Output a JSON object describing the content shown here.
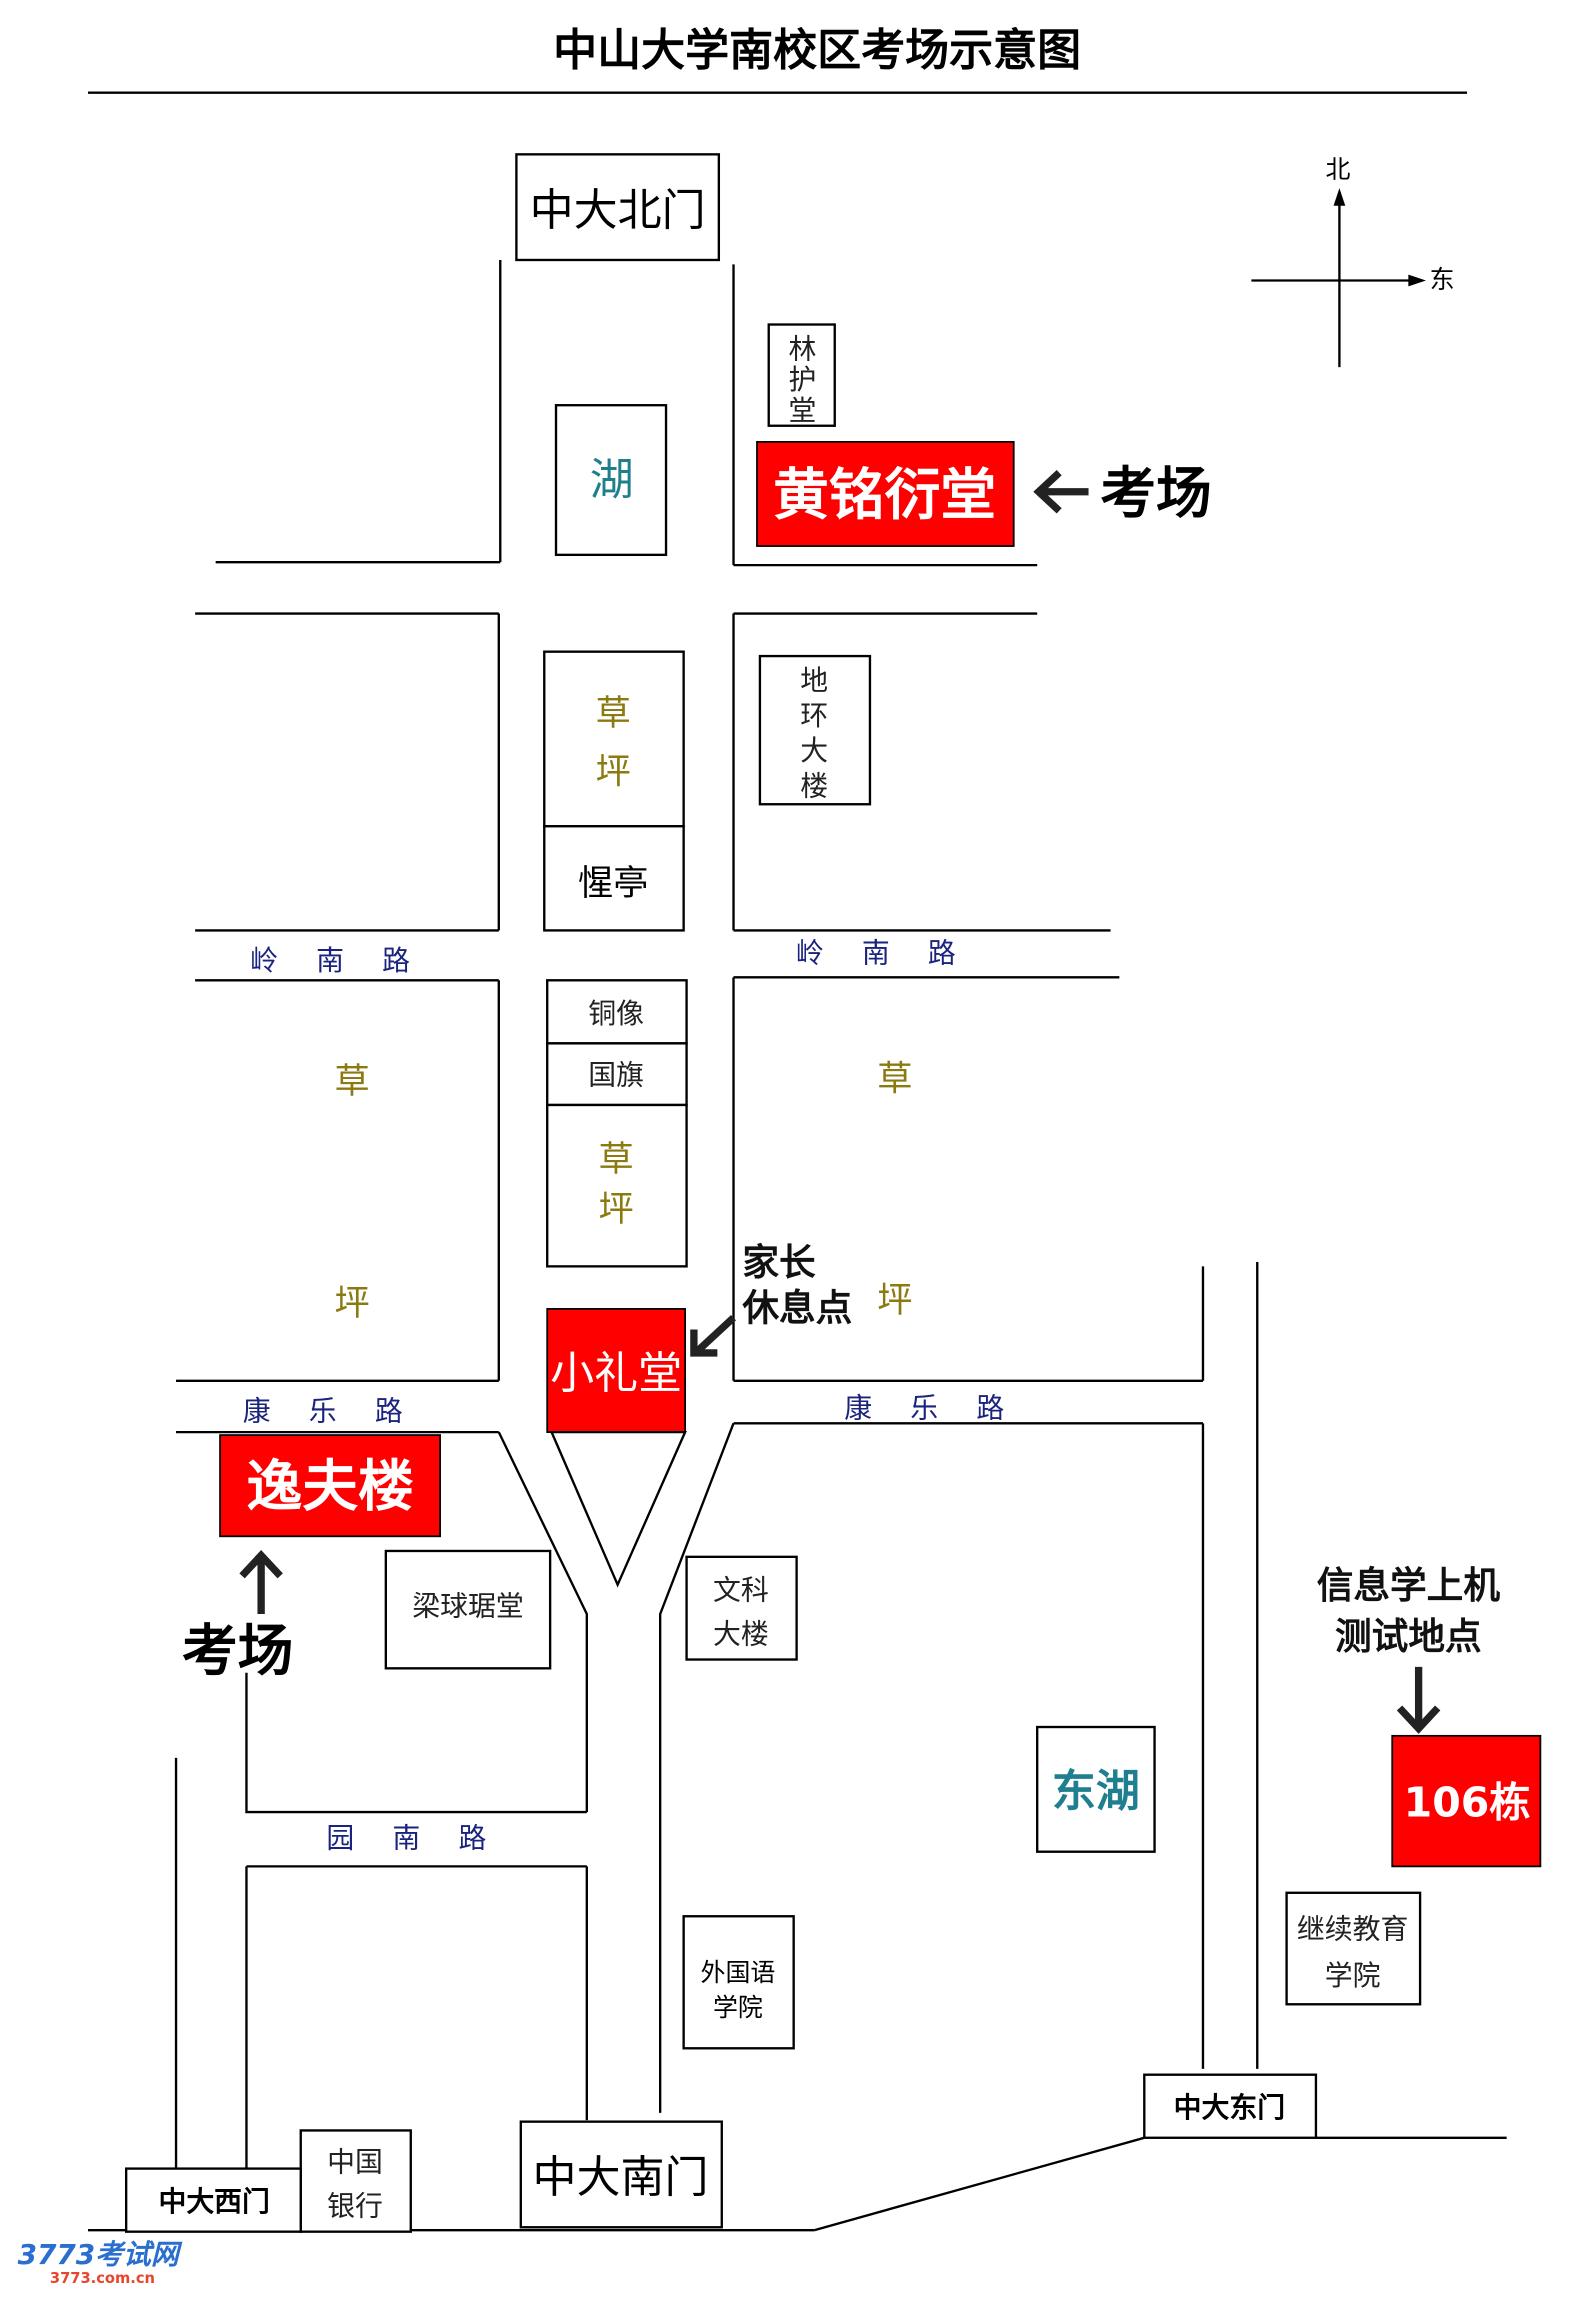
{
  "title": "中山大学南校区考场示意图",
  "compass": {
    "north": "北",
    "east": "东"
  },
  "gates": {
    "north": "中大北门",
    "south": "中大南门",
    "west": "中大西门",
    "east": "中大东门"
  },
  "roads": {
    "lingnan": [
      "岭",
      "南",
      "路"
    ],
    "kangle": [
      "康",
      "乐",
      "路"
    ],
    "yuannan": [
      "园",
      "南",
      "路"
    ]
  },
  "buildings": {
    "lake": "湖",
    "linhutang": [
      "林",
      "护",
      "堂"
    ],
    "dihuan": [
      "地",
      "环",
      "大",
      "楼"
    ],
    "xingting": "惺亭",
    "tongxiang": "铜像",
    "guoqi": "国旗",
    "liangqiu": "梁球琚堂",
    "wenke": [
      "文科",
      "大楼"
    ],
    "donghu": "东湖",
    "waiguoyu": [
      "外国语",
      "学院"
    ],
    "jixu": [
      "继续教育",
      "学院"
    ],
    "bank": [
      "中国",
      "银行"
    ]
  },
  "grass": {
    "char1": "草",
    "char2": "坪"
  },
  "exam_sites": {
    "huangming": "黄铭衍堂",
    "xiaolitang": "小礼堂",
    "yifu": "逸夫楼",
    "b106": "106栋"
  },
  "annotations": {
    "exam_label": "考场",
    "parent_rest": [
      "家长",
      "休息点"
    ],
    "it_test": [
      "信息学上机",
      "测试地点"
    ]
  },
  "watermark": {
    "brand": "3773考试网",
    "url": "3773.com.cn"
  },
  "colors": {
    "exam_red": "#ff0000",
    "road_blue": "#1a237e",
    "lake_teal": "#1f7f8f"
  }
}
